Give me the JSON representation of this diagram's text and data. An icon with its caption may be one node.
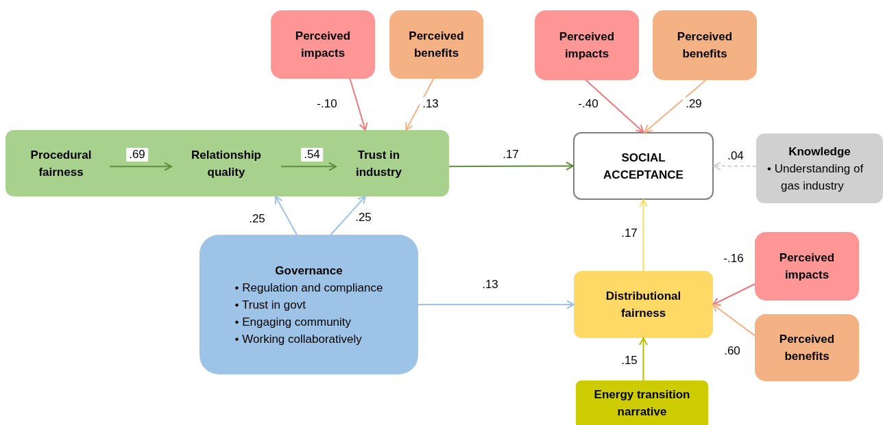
{
  "diagram": {
    "nodes": [
      {
        "text": [
          "Perceived impacts"
        ]
      },
      {
        "text": [
          "Perceived benefits"
        ]
      },
      {
        "text": [
          "Perceived impacts"
        ]
      },
      {
        "text": [
          "Perceived benefits"
        ]
      },
      {
        "text": [],
        "shape": "box"
      },
      {
        "text": [
          "Procedural fairness"
        ],
        "in": 4
      },
      {
        "text": [
          "Relationship quality"
        ],
        "in": 4
      },
      {
        "text": [
          "Trust in industry"
        ],
        "in": 4
      },
      {
        "text": [
          "SOCIAL ACCEPTANCE"
        ]
      },
      {
        "text": [
          "Knowledge",
          "• Understanding of gas industry"
        ]
      },
      {
        "text": [
          "Governance",
          "• Regulation and compliance",
          "• Trust in govt",
          "• Engaging community",
          "• Working collaboratively"
        ]
      },
      {
        "text": [
          "Distributional fairness"
        ]
      },
      {
        "text": [
          "Perceived impacts"
        ]
      },
      {
        "text": [
          "Perceived benefits"
        ]
      },
      {
        "text": [
          "Energy transition narrative"
        ]
      }
    ],
    "edges": [
      {
        "from": 5,
        "to": 6,
        "arrow": "to",
        "label": ".69",
        "color": "#5b8c3a"
      },
      {
        "from": 6,
        "to": 7,
        "arrow": "to",
        "label": ".54",
        "color": "#5b8c3a"
      },
      {
        "from": 0,
        "to": 7,
        "arrow": "to",
        "label": "-.10",
        "color": "#ea7a7c"
      },
      {
        "from": 1,
        "to": 7,
        "arrow": "to",
        "label": ".13",
        "color": "#f2b285"
      },
      {
        "from": 7,
        "to": 8,
        "arrow": "to",
        "label": ".17",
        "color": "#5b8c3a"
      },
      {
        "from": 2,
        "to": 8,
        "arrow": "to",
        "label": "-.40",
        "color": "#ea7a7c"
      },
      {
        "from": 3,
        "to": 8,
        "arrow": "to",
        "label": ".29",
        "color": "#f2b285"
      },
      {
        "from": 9,
        "to": 8,
        "arrow": "to",
        "label": ".04",
        "style": "dashed",
        "color": "#cfcfcf"
      },
      {
        "from": 10,
        "to": 6,
        "arrow": "to",
        "label": ".25",
        "color": "#9dc3e6"
      },
      {
        "from": 10,
        "to": 7,
        "arrow": "to",
        "label": ".25",
        "color": "#9dc3e6"
      },
      {
        "from": 10,
        "to": 11,
        "arrow": "to",
        "label": ".13",
        "color": "#9dc3e6"
      },
      {
        "from": 11,
        "to": 8,
        "arrow": "to",
        "label": ".17",
        "color": "#f7da6a"
      },
      {
        "from": 12,
        "to": 11,
        "arrow": "to",
        "label": "-.16",
        "color": "#ea7a7c"
      },
      {
        "from": 13,
        "to": 11,
        "arrow": "to",
        "label": ".60",
        "color": "#f2b285"
      },
      {
        "from": 14,
        "to": 11,
        "arrow": "to",
        "label": ".15",
        "color": "#b8bb00"
      }
    ]
  }
}
